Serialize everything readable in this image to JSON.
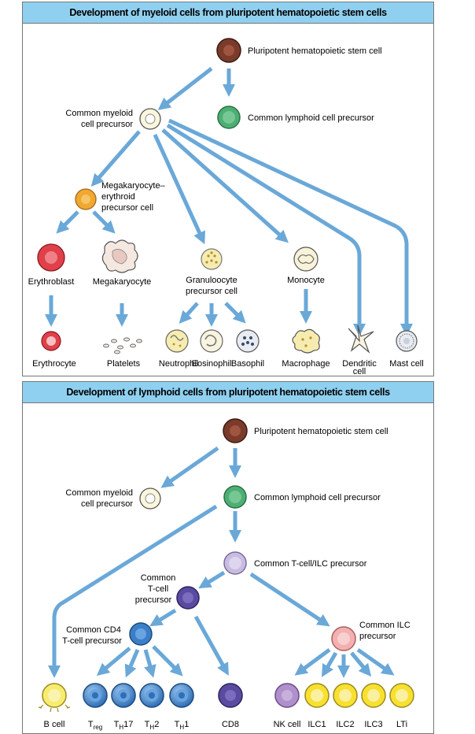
{
  "panel1": {
    "title": "Development of myeloid cells from pluripotent hematopoietic stem cells",
    "hsc": "Pluripotent hematopoietic stem cell",
    "cmp": [
      "Common myeloid",
      "cell precursor"
    ],
    "clp": "Common lymphoid cell precursor",
    "mep": [
      "Megakaryocyte–",
      "erythroid",
      "precursor cell"
    ],
    "erythroblast": "Erythroblast",
    "megakaryocyte": "Megakaryocyte",
    "granulocyte_precursor": [
      "Granuloocyte",
      "precursor cell"
    ],
    "monocyte": "Monocyte",
    "erythrocyte": "Erythrocyte",
    "platelets": "Platelets",
    "neutrophil": "Neutrophil",
    "eosinophil": "Eosinophil",
    "basophil": "Basophil",
    "macrophage": "Macrophage",
    "dendritic": [
      "Dendritic",
      "cell"
    ],
    "mast": "Mast cell"
  },
  "panel2": {
    "title": "Development of lymphoid cells from pluripotent hematopoietic stem cells",
    "hsc": "Pluripotent hematopoietic stem cell",
    "cmp": [
      "Common myeloid",
      "cell precursor"
    ],
    "clp": "Common lymphoid cell precursor",
    "tilc": "Common T-cell/ILC precursor",
    "common_t": [
      "Common",
      "T-cell",
      "precursor"
    ],
    "cd4": [
      "Common CD4",
      "T-cell precursor"
    ],
    "common_ilc": [
      "Common ILC",
      "precursor"
    ],
    "bcell": "B cell",
    "treg": {
      "main": "T",
      "sub": "reg"
    },
    "th17": {
      "main": "T",
      "sub": "H",
      "post": "17"
    },
    "th2": {
      "main": "T",
      "sub": "H",
      "post": "2"
    },
    "th1": {
      "main": "T",
      "sub": "H",
      "post": "1"
    },
    "cd8": "CD8",
    "nk": "NK cell",
    "ilc1": "ILC1",
    "ilc2": "ILC2",
    "ilc3": "ILC3",
    "lti": "LTi"
  },
  "colors": {
    "header_bg": "#8fd0f0",
    "arrow": "#6aa8d8",
    "hsc": "#7a3b2a",
    "lymphoid_precursor": "#4caf73",
    "myeloid_precursor": "#fbf7dc",
    "mep": "#f0a830",
    "erythroid": "#e0404a",
    "t_lineage": "#3a7fc8",
    "common_t": "#5a4aa0",
    "tilc": "#c8bde0",
    "ilc_precursor": "#f4b0b0",
    "ilc": "#f8e030",
    "nk": "#b090cc"
  }
}
